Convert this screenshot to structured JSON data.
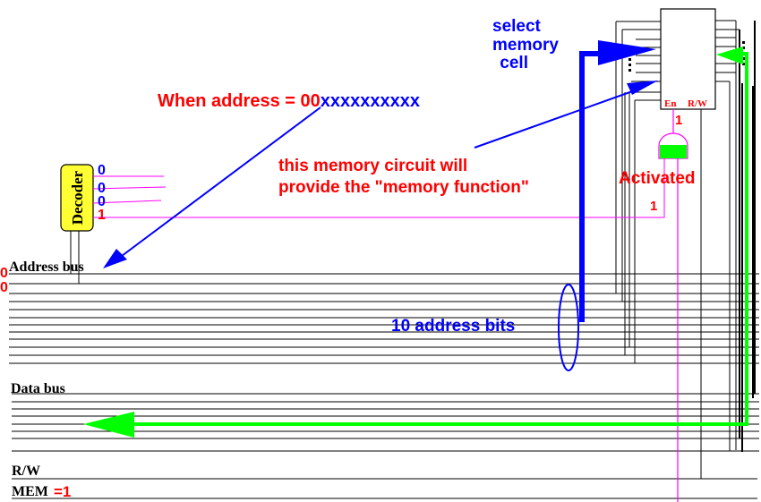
{
  "colors": {
    "annotation_red": "#ff0000",
    "annotation_blue": "#0000ff",
    "active_green": "#00ff00",
    "signal_magenta": "#ff00ff",
    "decoder_fill": "#ffff33",
    "wire": "#000000"
  },
  "labels": {
    "select_memory_cell": [
      "select",
      "memory",
      " cell"
    ],
    "when_address_prefix": "When address = 00",
    "when_address_suffix": "xxxxxxxxxx",
    "memory_circuit_line1": "this memory circuit will",
    "memory_circuit_line2": "provide the \"memory function\"",
    "activated": "Activated",
    "ten_address_bits": "10 address bits",
    "address_bus": "Address bus",
    "data_bus": "Data bus",
    "rw_line": "R/W",
    "mem_line": "MEM",
    "mem_value": "=1"
  },
  "decoder": {
    "label": "Decoder",
    "outputs": [
      {
        "value": "0",
        "color": "#0000ff"
      },
      {
        "value": "0",
        "color": "#0000ff"
      },
      {
        "value": "0",
        "color": "#0000ff"
      },
      {
        "value": "1",
        "color": "#ff0000"
      }
    ]
  },
  "address_bus_top_bits": [
    "0",
    "0"
  ],
  "memory_chip": {
    "enable_label": "En",
    "rw_label": "R/W",
    "enable_value": "1"
  },
  "and_gate_input_value": "1"
}
